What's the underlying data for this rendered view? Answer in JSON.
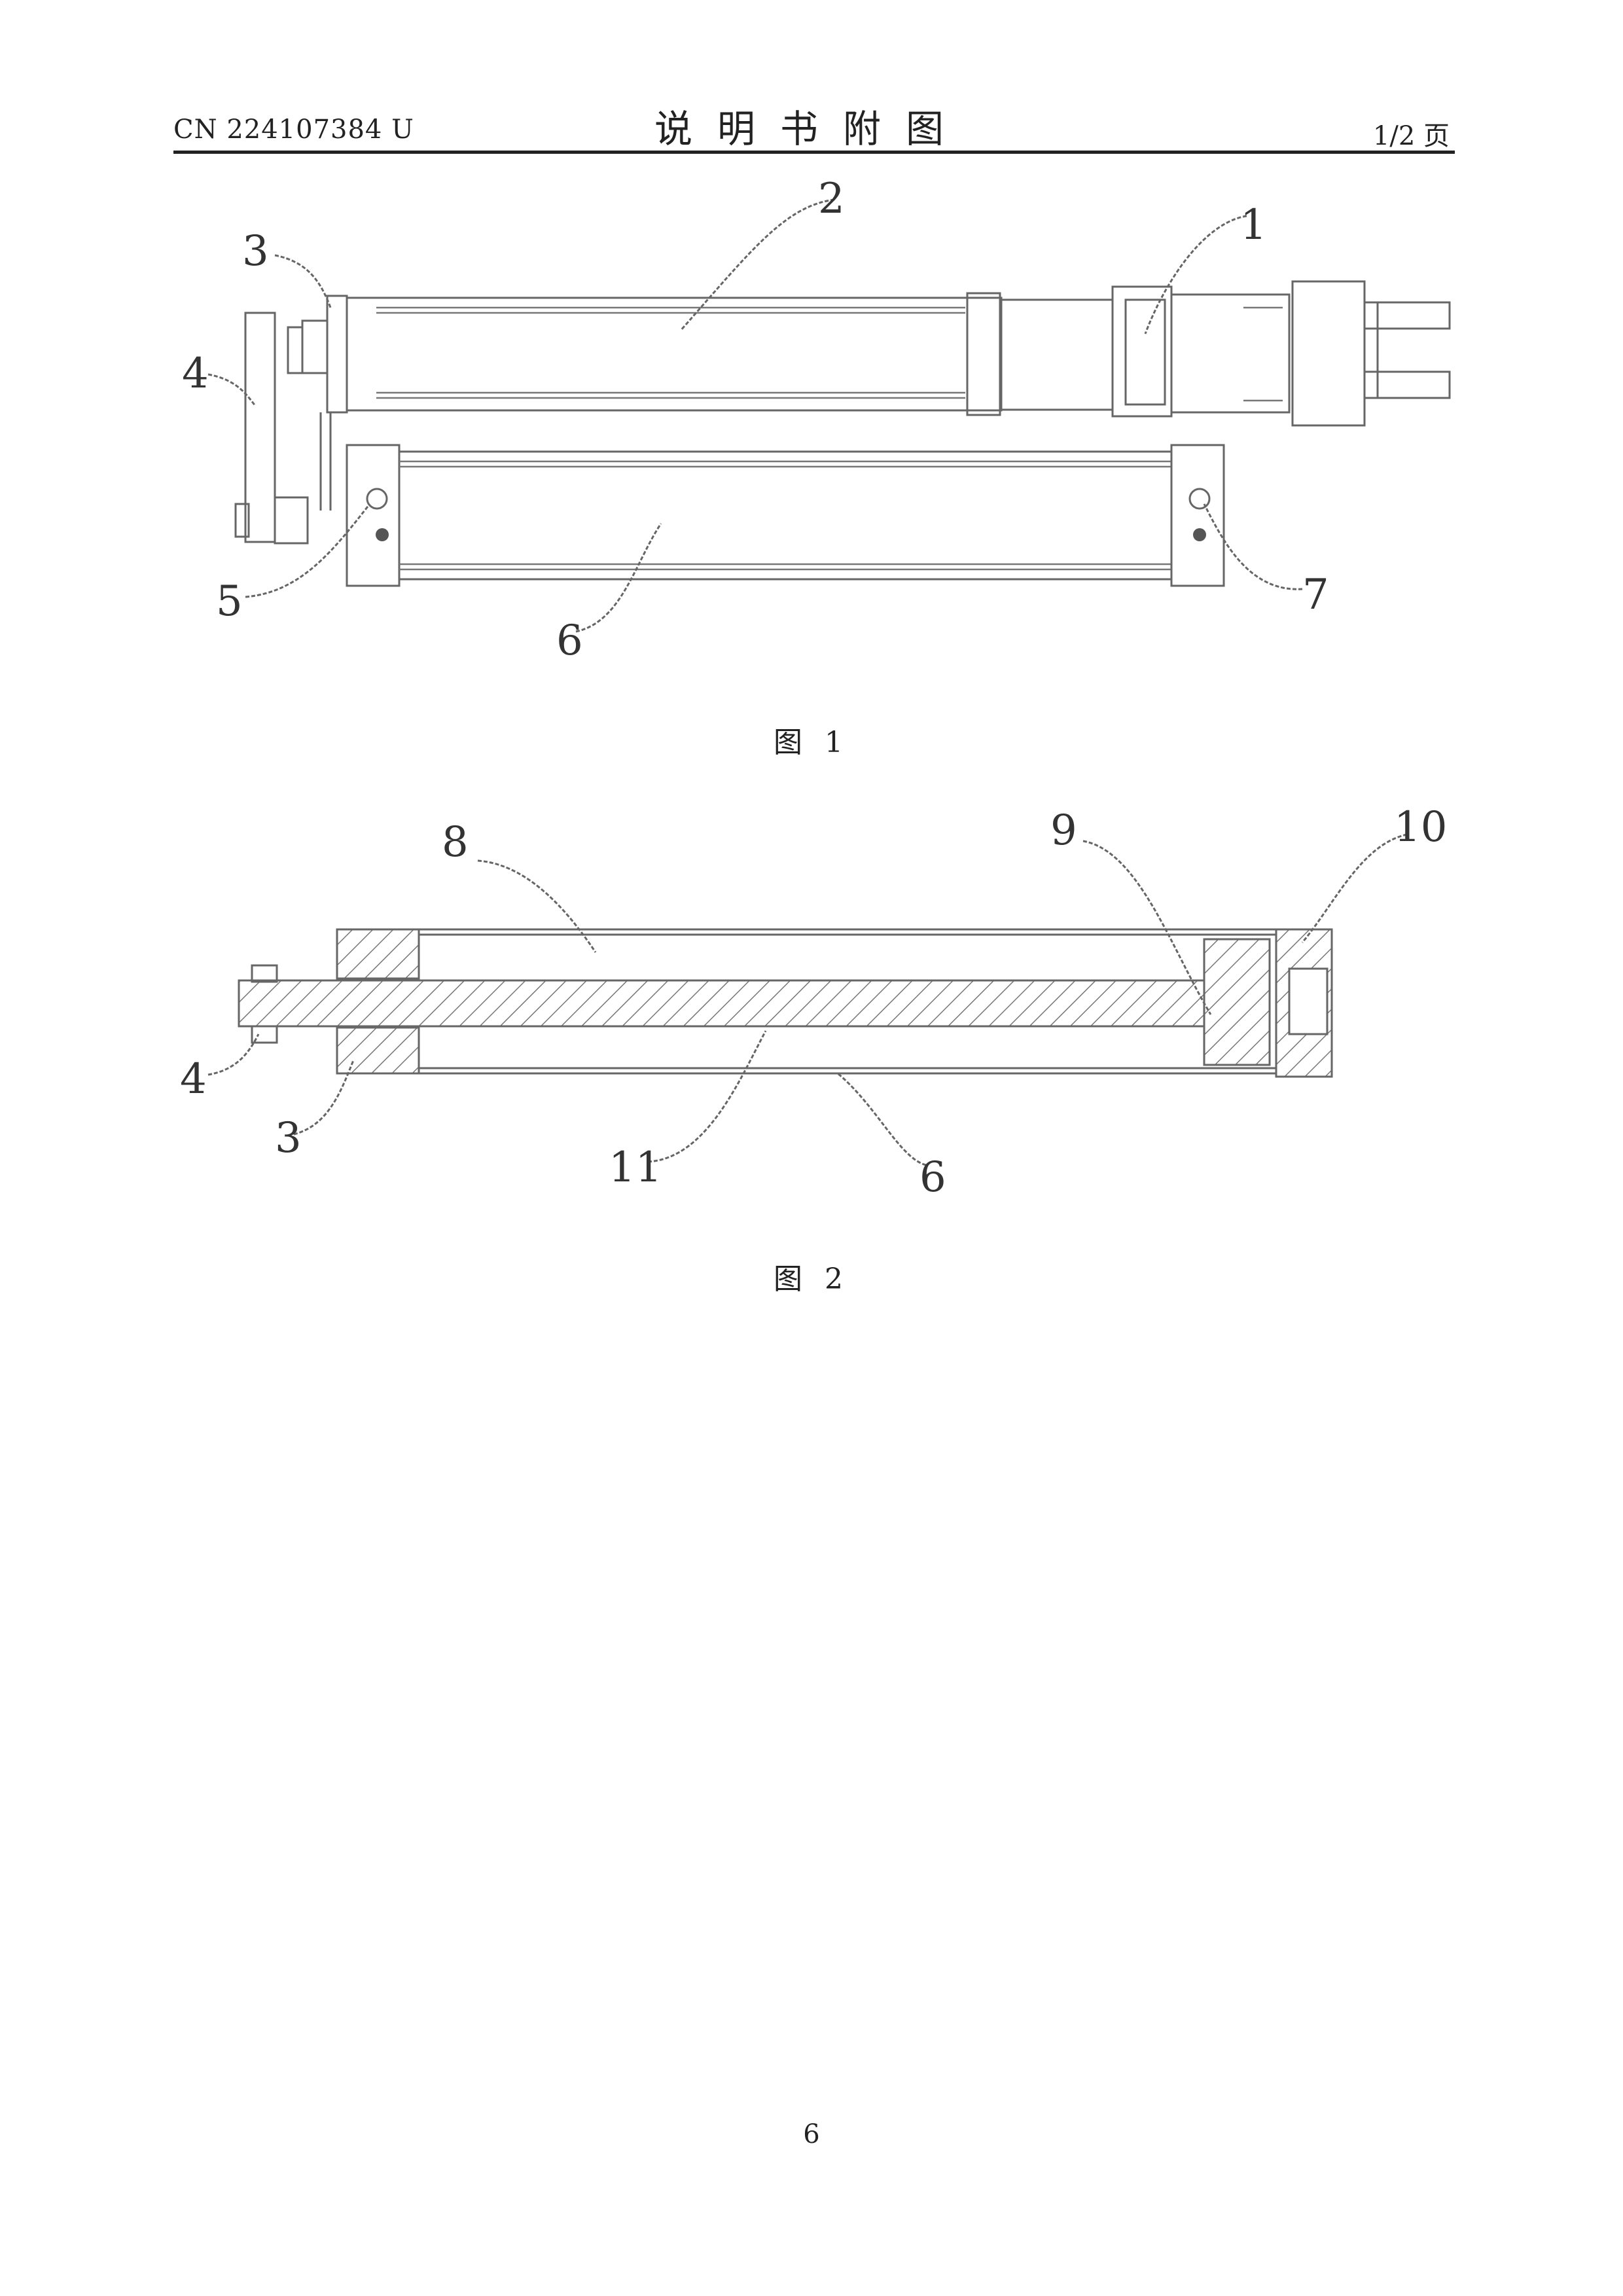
{
  "header": {
    "doc_number": "CN 224107384 U",
    "title": "说明书附图",
    "page_of": "1/2 页"
  },
  "figures": [
    {
      "caption": "图 1",
      "labels": [
        "1",
        "2",
        "3",
        "4",
        "5",
        "6",
        "7"
      ]
    },
    {
      "caption": "图 2",
      "labels": [
        "8",
        "9",
        "10",
        "4",
        "3",
        "11",
        "6"
      ]
    }
  ],
  "footer": {
    "page_number": "6"
  }
}
